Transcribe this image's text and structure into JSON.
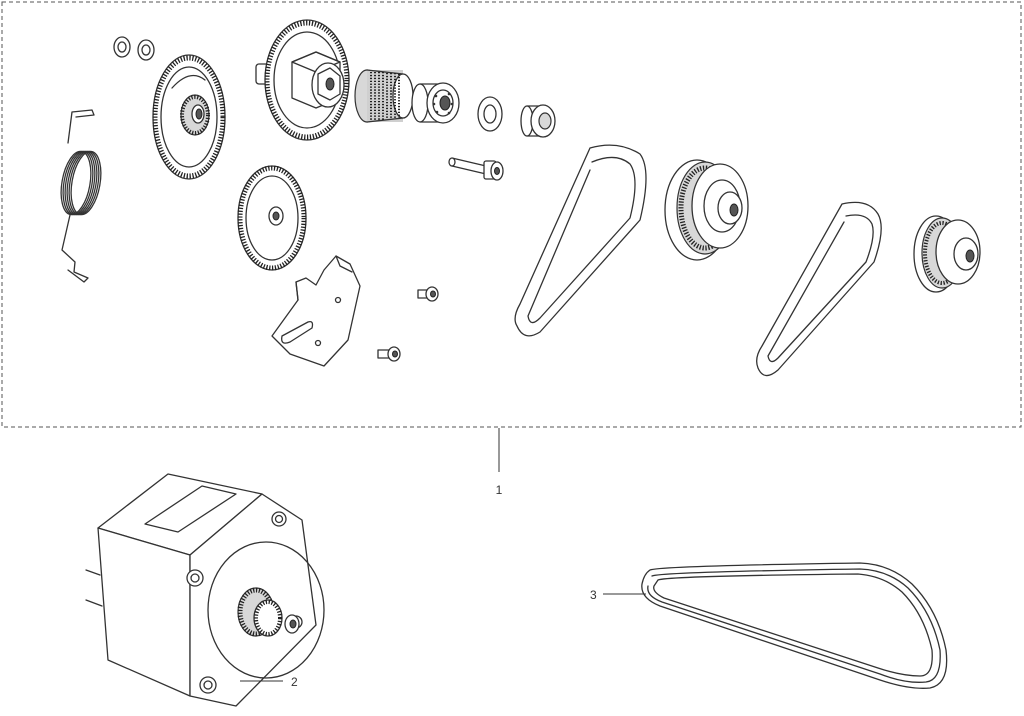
{
  "callouts": [
    {
      "id": "1",
      "label": "1"
    },
    {
      "id": "2",
      "label": "2"
    },
    {
      "id": "3",
      "label": "3"
    }
  ],
  "colors": {
    "line": "#333333",
    "background": "#ffffff",
    "fill": "#d8d8d8"
  }
}
